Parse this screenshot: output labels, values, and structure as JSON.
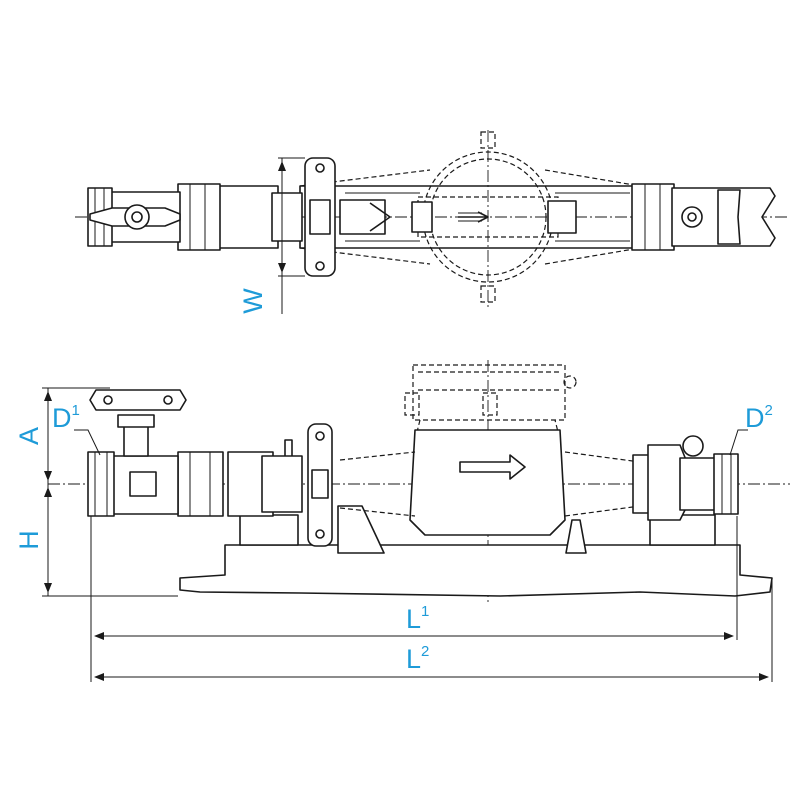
{
  "colors": {
    "label": "#1e9bd8",
    "line": "#1a1a1a",
    "background": "#ffffff"
  },
  "top_view": {
    "dimensions": {
      "width": "W"
    }
  },
  "side_view": {
    "dimensions": {
      "a": "A",
      "h": "H",
      "d1": {
        "base": "D",
        "sup": "1"
      },
      "d2": {
        "base": "D",
        "sup": "2"
      },
      "l1": {
        "base": "L",
        "sup": "1"
      },
      "l2": {
        "base": "L",
        "sup": "2"
      }
    }
  }
}
